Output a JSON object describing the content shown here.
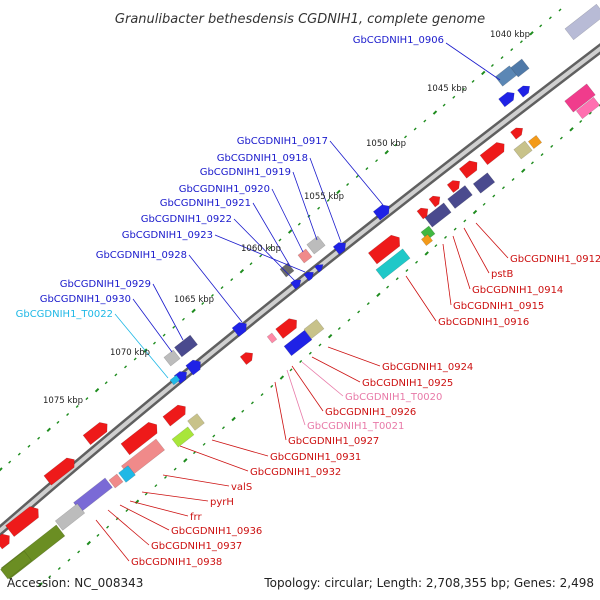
{
  "title": "Granulibacter bethesdensis CGDNIH1, complete genome",
  "accession": "Accession: NC_008343",
  "summary": "Topology: circular; Length: 2,708,355 bp; Genes: 2,498",
  "colors": {
    "background": "#ffffff",
    "backbone": "#8c8c8c",
    "tick_green": "#1e8c1e",
    "label_blue": "#1a1acc",
    "label_red": "#cc1111",
    "label_cyan": "#1fb8e6",
    "label_pink": "#e87aa8",
    "leader_line": "#3333cc"
  },
  "kbp_marks": [
    "1040 kbp",
    "1045 kbp",
    "1050 kbp",
    "1055 kbp",
    "1060 kbp",
    "1065 kbp",
    "1070 kbp",
    "1075 kbp"
  ],
  "left_labels": [
    {
      "text": "GbCGDNIH1_0906",
      "color": "blue"
    },
    {
      "text": "GbCGDNIH1_0917",
      "color": "blue"
    },
    {
      "text": "GbCGDNIH1_0918",
      "color": "blue"
    },
    {
      "text": "GbCGDNIH1_0919",
      "color": "blue"
    },
    {
      "text": "GbCGDNIH1_0920",
      "color": "blue"
    },
    {
      "text": "GbCGDNIH1_0921",
      "color": "blue"
    },
    {
      "text": "GbCGDNIH1_0922",
      "color": "blue"
    },
    {
      "text": "GbCGDNIH1_0923",
      "color": "blue"
    },
    {
      "text": "GbCGDNIH1_0928",
      "color": "blue"
    },
    {
      "text": "GbCGDNIH1_0929",
      "color": "blue"
    },
    {
      "text": "GbCGDNIH1_0930",
      "color": "blue"
    },
    {
      "text": "GbCGDNIH1_T0022",
      "color": "cyan"
    }
  ],
  "right_labels": [
    {
      "text": "GbCGDNIH1_0912",
      "color": "red"
    },
    {
      "text": "pstB",
      "color": "red"
    },
    {
      "text": "GbCGDNIH1_0914",
      "color": "red"
    },
    {
      "text": "GbCGDNIH1_0915",
      "color": "red"
    },
    {
      "text": "GbCGDNIH1_0916",
      "color": "red"
    },
    {
      "text": "GbCGDNIH1_0924",
      "color": "red"
    },
    {
      "text": "GbCGDNIH1_0925",
      "color": "red"
    },
    {
      "text": "GbCGDNIH1_T0020",
      "color": "pink"
    },
    {
      "text": "GbCGDNIH1_0926",
      "color": "red"
    },
    {
      "text": "GbCGDNIH1_T0021",
      "color": "pink"
    },
    {
      "text": "GbCGDNIH1_0927",
      "color": "red"
    },
    {
      "text": "GbCGDNIH1_0931",
      "color": "red"
    },
    {
      "text": "GbCGDNIH1_0932",
      "color": "red"
    },
    {
      "text": "valS",
      "color": "red"
    },
    {
      "text": "pyrH",
      "color": "red"
    },
    {
      "text": "frr",
      "color": "red"
    },
    {
      "text": "GbCGDNIH1_0936",
      "color": "red"
    },
    {
      "text": "GbCGDNIH1_0937",
      "color": "red"
    },
    {
      "text": "GbCGDNIH1_0938",
      "color": "red"
    }
  ]
}
